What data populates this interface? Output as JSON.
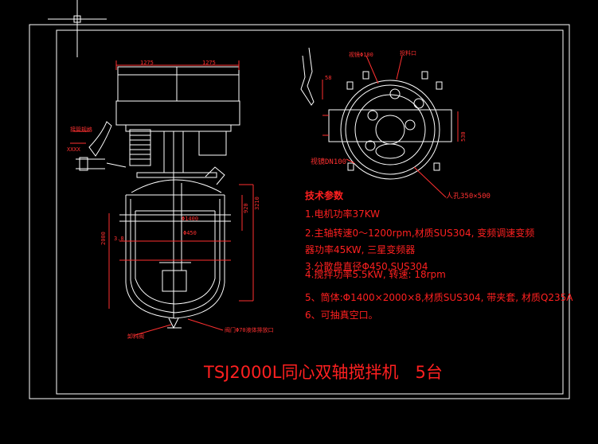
{
  "drawing": {
    "title": "TSJ2000L同心双轴搅拌机　5台",
    "colors": {
      "background": "#000000",
      "outline": "#ffffff",
      "text": "#ff2020",
      "annotation": "#ff3030"
    },
    "dimensions": {
      "top_left": "1275",
      "top_right": "1275",
      "side_1": "920",
      "side_2": "3210",
      "dia": "Φ1400",
      "left_1": "3.8",
      "left_2": "2000",
      "mid_1": "Φ450",
      "plan_side": "530"
    },
    "labels": {
      "flange_left": "接管规格",
      "motor_note": "XXXX",
      "valve": "卸料阀",
      "bottom_label": "阀门Φ70液体排放口",
      "plan_top_1": "视镜Φ100",
      "plan_top_2": "投料口",
      "plan_left": "视镜DN100",
      "plan_manhole": "人孔350×500",
      "plan_mark": "58"
    },
    "specs": {
      "heading": "技术参数",
      "line1": "1.电机功率37KW",
      "line2": "2.主轴转速0～1200rpm,材质SUS304, 变频调速变频",
      "line3": "器功率45KW, 三星变频器",
      "line4a": "3.分散盘直径Φ450,SUS304",
      "line4b": "4.搅拌功率5.5KW, 转速: 18rpm",
      "line5": "5、筒体:Φ1400×2000×8,材质SUS304, 带夹套, 材质Q235A",
      "line6": "6、可抽真空口。"
    }
  }
}
